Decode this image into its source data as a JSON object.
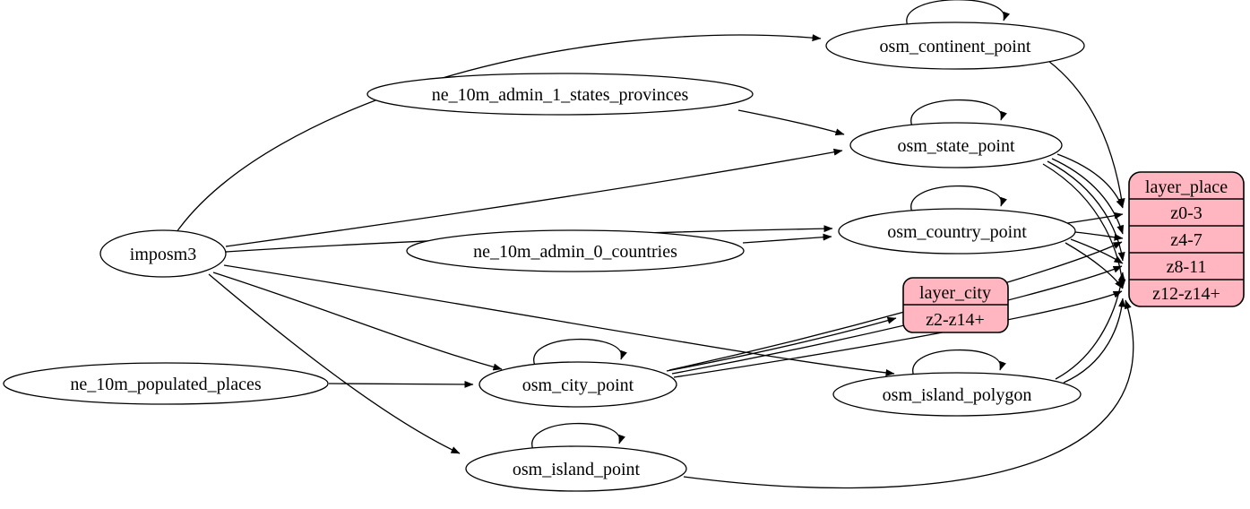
{
  "diagram_type": "etl-graph",
  "colors": {
    "background": "#ffffff",
    "table_node_fill": "#ffffff",
    "layer_record_fill": "#ffb6c1",
    "stroke": "#000000"
  },
  "nodes": {
    "imposm3": {
      "label": "imposm3",
      "kind": "source"
    },
    "ne_10m_admin_1_states_provinces": {
      "label": "ne_10m_admin_1_states_provinces",
      "kind": "source"
    },
    "ne_10m_admin_0_countries": {
      "label": "ne_10m_admin_0_countries",
      "kind": "source"
    },
    "ne_10m_populated_places": {
      "label": "ne_10m_populated_places",
      "kind": "source"
    },
    "osm_continent_point": {
      "label": "osm_continent_point",
      "kind": "table",
      "self_loop": true
    },
    "osm_state_point": {
      "label": "osm_state_point",
      "kind": "table",
      "self_loop": true
    },
    "osm_country_point": {
      "label": "osm_country_point",
      "kind": "table",
      "self_loop": true
    },
    "osm_city_point": {
      "label": "osm_city_point",
      "kind": "table",
      "self_loop": true
    },
    "osm_island_polygon": {
      "label": "osm_island_polygon",
      "kind": "table",
      "self_loop": true
    },
    "osm_island_point": {
      "label": "osm_island_point",
      "kind": "table",
      "self_loop": true
    }
  },
  "layers": {
    "layer_city": {
      "label": "layer_city",
      "rows": [
        "z2-z14+"
      ]
    },
    "layer_place": {
      "label": "layer_place",
      "rows": [
        "z0-3",
        "z4-7",
        "z8-11",
        "z12-z14+"
      ]
    }
  },
  "edges": [
    {
      "from": "imposm3",
      "to": "osm_continent_point"
    },
    {
      "from": "imposm3",
      "to": "osm_state_point"
    },
    {
      "from": "imposm3",
      "to": "osm_country_point"
    },
    {
      "from": "imposm3",
      "to": "osm_city_point"
    },
    {
      "from": "imposm3",
      "to": "osm_island_polygon"
    },
    {
      "from": "imposm3",
      "to": "osm_island_point"
    },
    {
      "from": "ne_10m_admin_1_states_provinces",
      "to": "osm_state_point"
    },
    {
      "from": "ne_10m_admin_0_countries",
      "to": "osm_country_point"
    },
    {
      "from": "ne_10m_populated_places",
      "to": "osm_city_point"
    },
    {
      "from": "osm_continent_point",
      "to": "osm_continent_point"
    },
    {
      "from": "osm_state_point",
      "to": "osm_state_point"
    },
    {
      "from": "osm_country_point",
      "to": "osm_country_point"
    },
    {
      "from": "osm_city_point",
      "to": "osm_city_point"
    },
    {
      "from": "osm_island_polygon",
      "to": "osm_island_polygon"
    },
    {
      "from": "osm_island_point",
      "to": "osm_island_point"
    },
    {
      "from": "osm_continent_point",
      "to": "layer_place:z0-3"
    },
    {
      "from": "osm_state_point",
      "to": "layer_place:z0-3"
    },
    {
      "from": "osm_state_point",
      "to": "layer_place:z4-7"
    },
    {
      "from": "osm_state_point",
      "to": "layer_place:z8-11"
    },
    {
      "from": "osm_state_point",
      "to": "layer_place:z12-z14+"
    },
    {
      "from": "osm_country_point",
      "to": "layer_place:z0-3"
    },
    {
      "from": "osm_country_point",
      "to": "layer_place:z4-7"
    },
    {
      "from": "osm_country_point",
      "to": "layer_place:z8-11"
    },
    {
      "from": "osm_country_point",
      "to": "layer_place:z12-z14+"
    },
    {
      "from": "osm_city_point",
      "to": "layer_city:z2-z14+"
    },
    {
      "from": "osm_city_point",
      "to": "layer_place:z4-7"
    },
    {
      "from": "osm_city_point",
      "to": "layer_place:z8-11"
    },
    {
      "from": "osm_city_point",
      "to": "layer_place:z12-z14+"
    },
    {
      "from": "osm_island_polygon",
      "to": "layer_place:z8-11"
    },
    {
      "from": "osm_island_polygon",
      "to": "layer_place:z12-z14+"
    },
    {
      "from": "osm_island_point",
      "to": "layer_place:z12-z14+"
    }
  ]
}
